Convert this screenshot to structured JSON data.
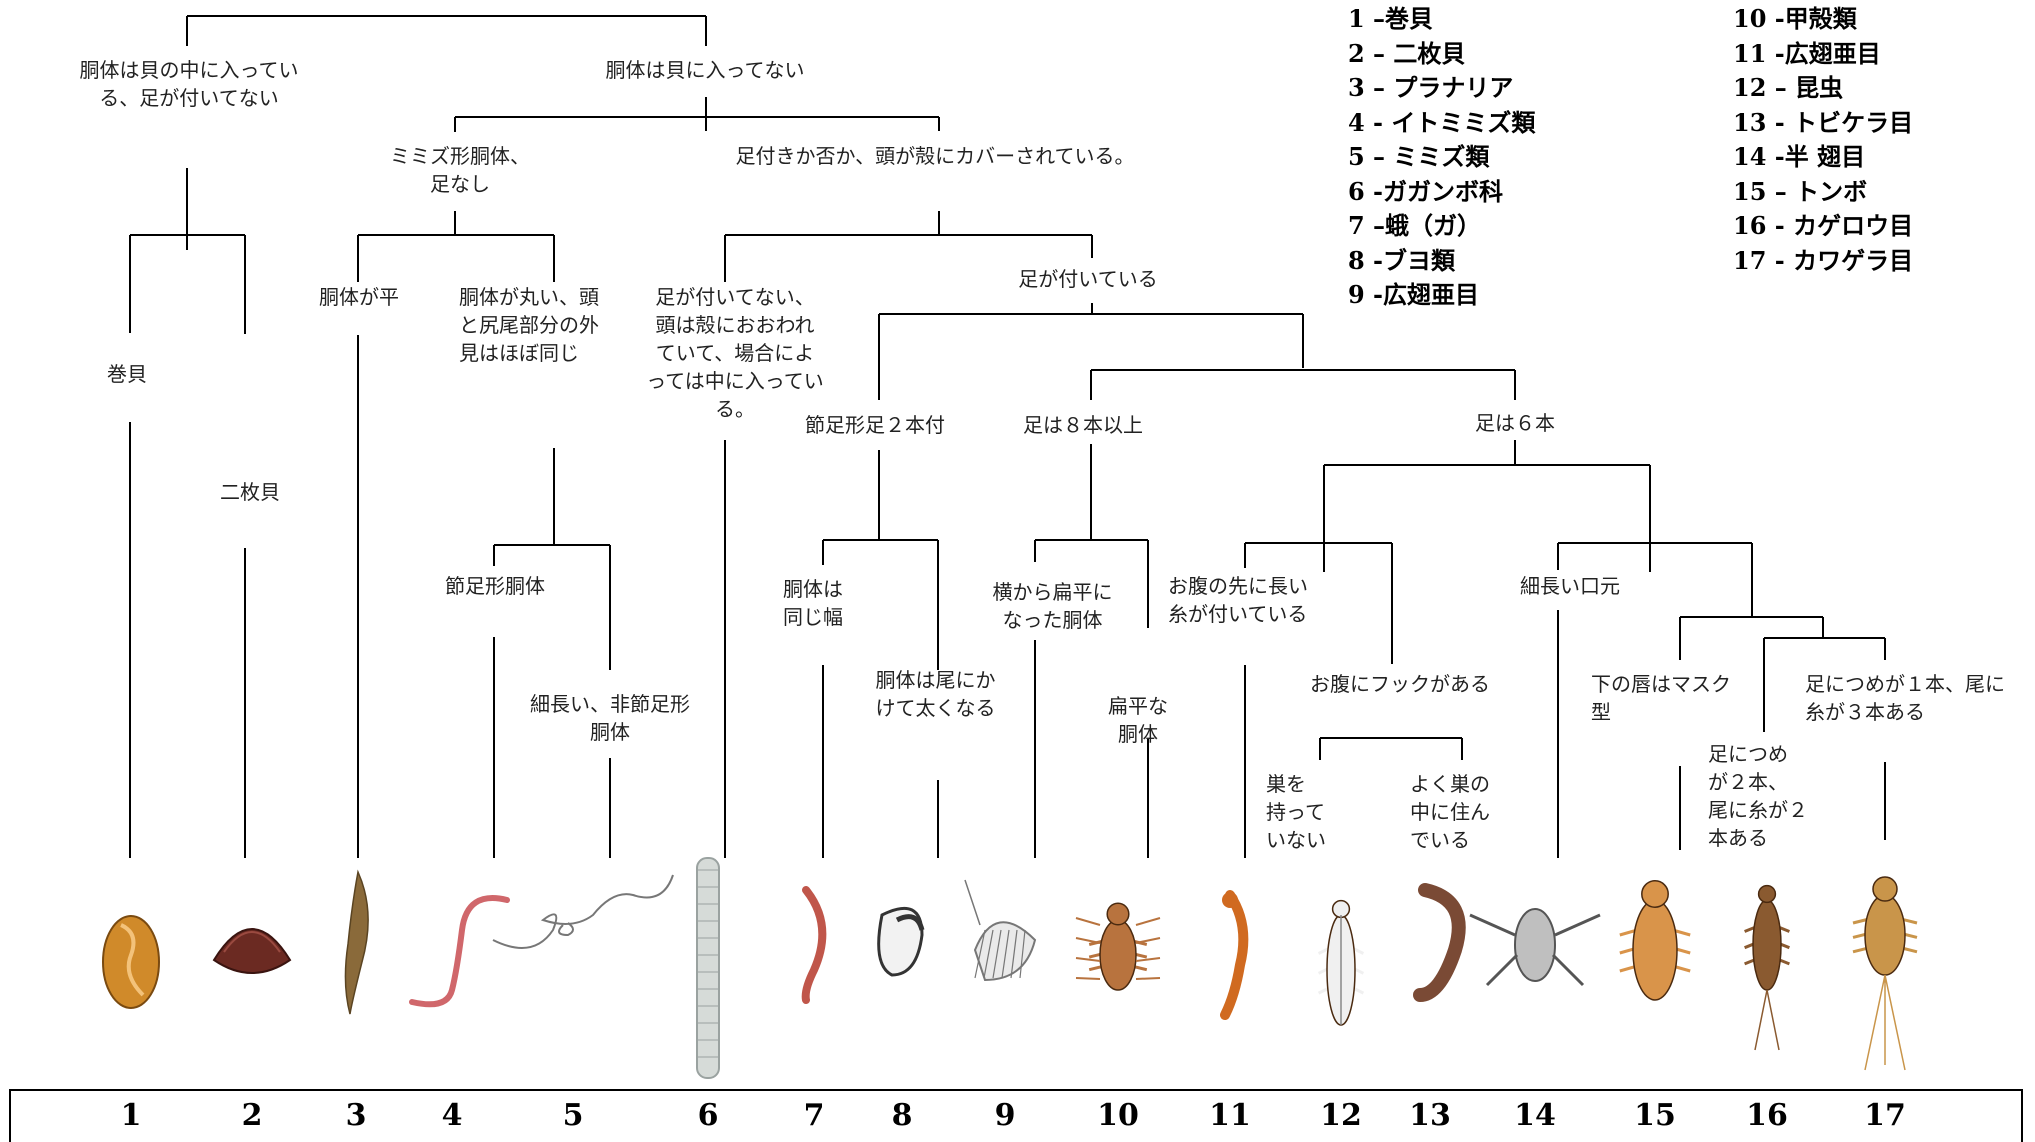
{
  "nodes": {
    "shelled": "胴体は貝の中に入ってい\nる、足が付いてない",
    "not_shelled": "胴体は貝に入ってない",
    "worm_legless": "ミミズ形胴体、\n足なし",
    "legs_or_capsule": "足付きか否か、頭が殻にカバーされている。",
    "body_flat": "胴体が平",
    "body_round": "胴体が丸い、頭\nと尻尾部分の外\n見はほぼ同じ",
    "no_legs_capsule": "足が付いてない、\n頭は殻におおわれ\nていて、場合によ\nっては中に入ってい\nる。",
    "has_legs": "足が付いている",
    "legs_two": "節足形足２本付",
    "legs_eight": "足は８本以上",
    "legs_six": "足は６本",
    "snail": "巻貝",
    "clam": "二枚貝",
    "segmented": "節足形胴体",
    "thin_unsegmented": "細長い、非節足形\n胴体",
    "same_width": "胴体は\n同じ幅",
    "thick_tail": "胴体は尾にか\nけて太くなる",
    "side_flat": "横から扁平に\nなった胴体",
    "flat_body": "扁平な\n胴体",
    "long_filaments": "お腹の先に長い\n糸が付いている",
    "abdomen_hooks": "お腹にフックがある",
    "no_nest": "巣を\n持って\nいない",
    "in_nest": "よく巣の\n中に住ん\nでいる",
    "long_mouth": "細長い口元",
    "mask_lip": "下の唇はマスク\n型",
    "two_claws": "足につめ\nが２本、\n尾に糸が２\n本ある",
    "one_claw": "足につめが１本、尾に\n糸が３本ある"
  },
  "legend": [
    "1 –巻貝",
    "2 – 二枚貝",
    "3 – プラナリア",
    "4 - イトミミズ類",
    "5 – ミミズ類",
    "6 -ガガンボ科",
    "7 –蛾（ガ）",
    "8 -ブヨ類",
    "9 -広翅亜目",
    "10 -甲殻類",
    "11 -広翅亜目",
    "12 – 昆虫",
    "13 - トビケラ目",
    "14 -半 翅目",
    "15 – トンボ",
    "16 - カゲロウ目",
    "17 - カワゲラ目"
  ],
  "numbers": [
    "1",
    "2",
    "3",
    "4",
    "5",
    "6",
    "7",
    "8",
    "9",
    "10",
    "11",
    "12",
    "13",
    "14",
    "15",
    "16",
    "17"
  ],
  "organisms": [
    {
      "icon": "snail-icon",
      "color": "#d08a2a"
    },
    {
      "icon": "clam-icon",
      "color": "#6b2a22"
    },
    {
      "icon": "planarian-icon",
      "color": "#8a6a3a"
    },
    {
      "icon": "tubifex-worm-icon",
      "color": "#d0676b"
    },
    {
      "icon": "earthworm-icon",
      "color": "#777777"
    },
    {
      "icon": "cranefly-larva-icon",
      "color": "#9aa2a0"
    },
    {
      "icon": "moth-larva-icon",
      "color": "#c0564a"
    },
    {
      "icon": "blackfly-larva-icon",
      "color": "#333333"
    },
    {
      "icon": "scud-icon",
      "color": "#777777"
    },
    {
      "icon": "isopod-icon",
      "color": "#b8733e"
    },
    {
      "icon": "megaloptera-larva-icon",
      "color": "#d06a20"
    },
    {
      "icon": "insect-larva-icon",
      "color": "#888888"
    },
    {
      "icon": "caddisfly-larva-icon",
      "color": "#7a4a35"
    },
    {
      "icon": "water-bug-icon",
      "color": "#555555"
    },
    {
      "icon": "dragonfly-nymph-icon",
      "color": "#d9944a"
    },
    {
      "icon": "mayfly-nymph-icon",
      "color": "#8a5a30"
    },
    {
      "icon": "stonefly-nymph-icon",
      "color": "#c9954a"
    }
  ]
}
